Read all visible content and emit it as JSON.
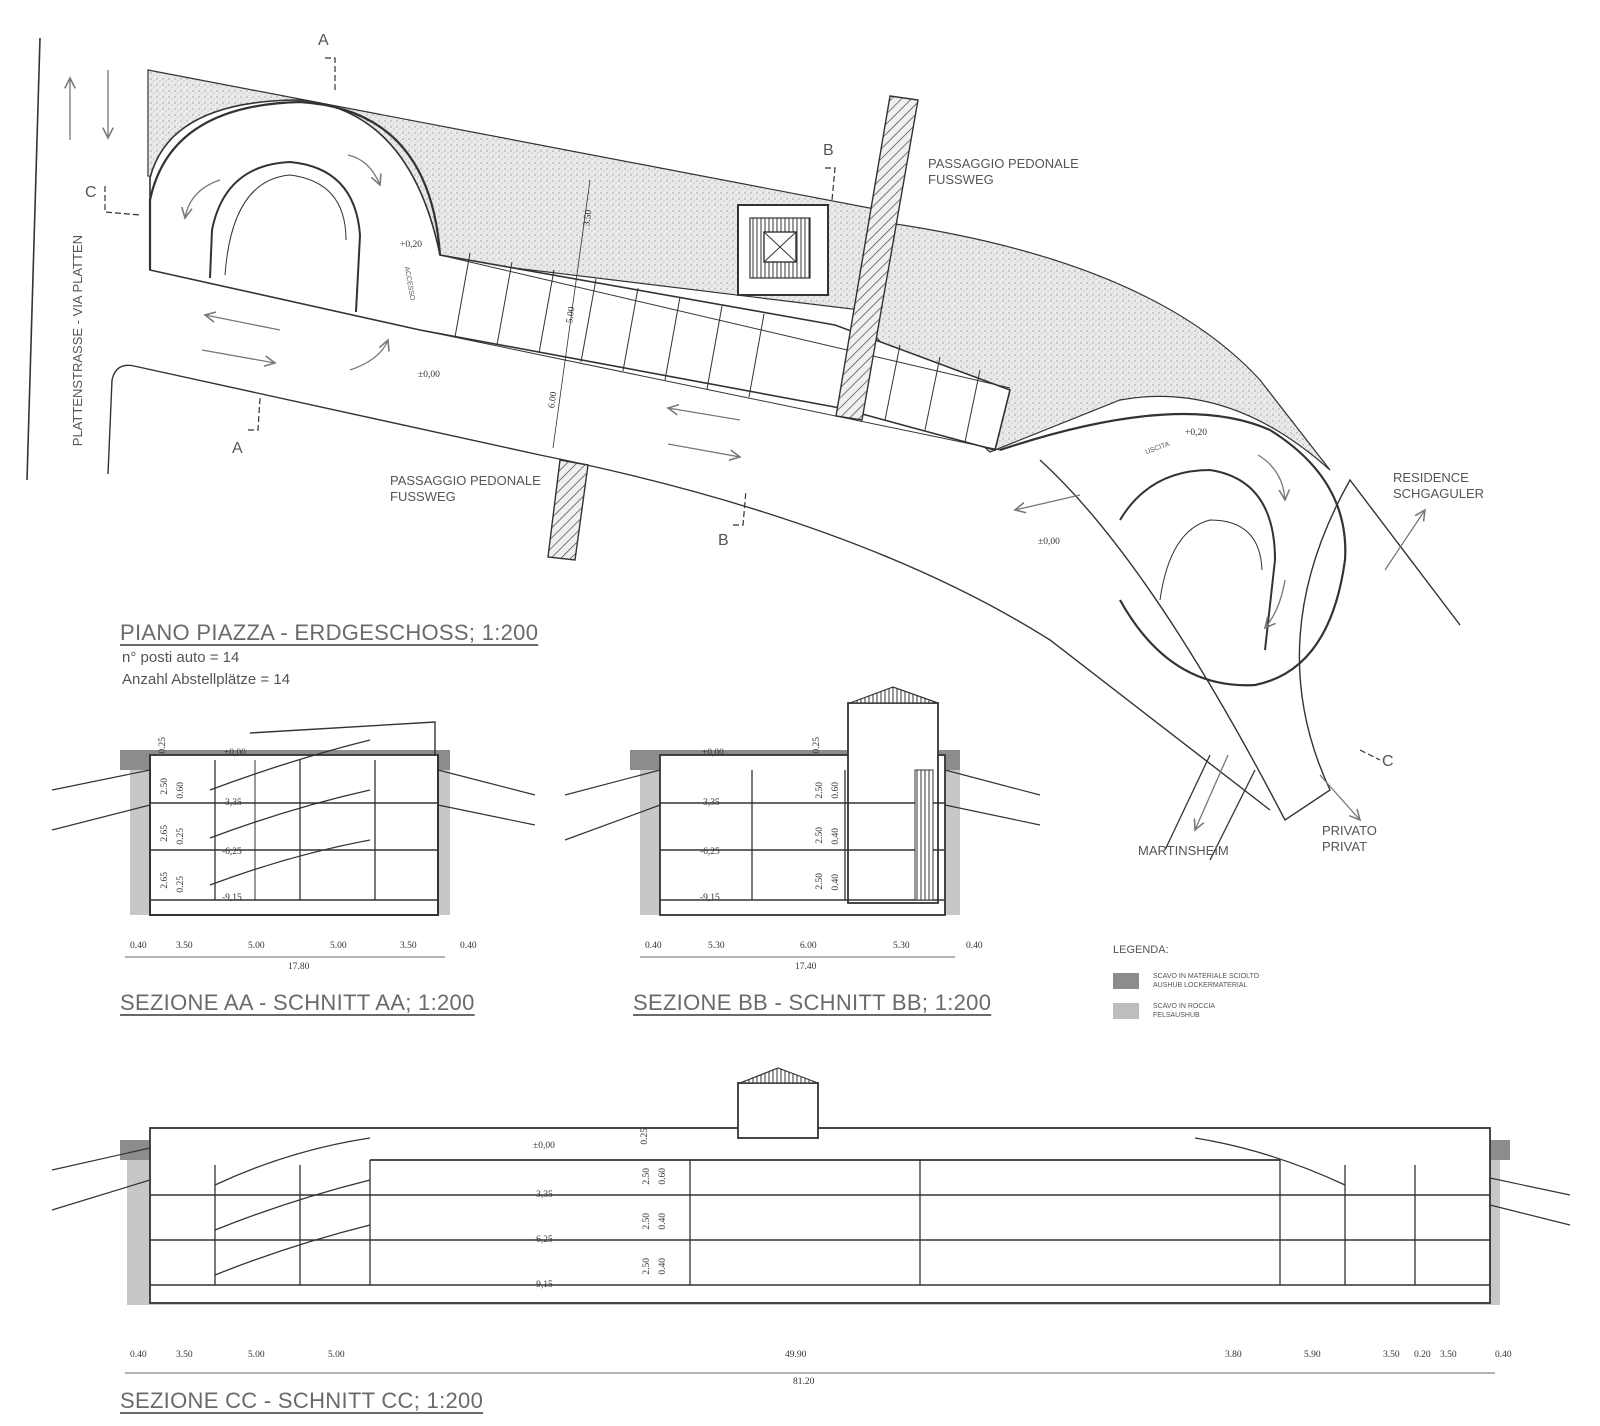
{
  "plan": {
    "title": "PIANO PIAZZA - ERDGESCHOSS; 1:200",
    "info_line1": "n° posti auto = 14",
    "info_line2": "Anzahl Abstellplätze = 14",
    "street": "PLATTENSTRASSE   -   VIA PLATTEN",
    "pedestrian_top": [
      "PASSAGGIO PEDONALE",
      "FUSSWEG"
    ],
    "pedestrian_bottom": [
      "PASSAGGIO PEDONALE",
      "FUSSWEG"
    ],
    "residence": [
      "RESIDENCE",
      "SCHGAGULER"
    ],
    "martinsheim": "MARTINSHEIM",
    "private": [
      "PRIVATO",
      "PRIVAT"
    ],
    "section_marks": {
      "a": "A",
      "b": "B",
      "c": "C"
    },
    "levels": {
      "ramp_in": "+0,20",
      "ramp_out": "+0,20",
      "road": "±0,00",
      "road2": "±0,00"
    },
    "ramp_words": {
      "in": "ACCESSO",
      "out": "USCITA"
    },
    "dims": {
      "d500": "5.00",
      "d600": "6.00",
      "d350": "3.50"
    }
  },
  "section_aa": {
    "title": "SEZIONE AA - SCHNITT AA; 1:200",
    "levels": [
      "±0,00",
      "-3,35",
      "-6,25",
      "-9,15"
    ],
    "heights": [
      "0.25",
      "2.50",
      "0.60",
      "2.65",
      "0.25",
      "2.65",
      "0.25"
    ],
    "bottom_dims": [
      "0.40",
      "3.50",
      "5.00",
      "5.00",
      "3.50",
      "0.40"
    ],
    "total": "17.80"
  },
  "section_bb": {
    "title": "SEZIONE BB - SCHNITT BB; 1:200",
    "levels": [
      "±0,00",
      "-3,35",
      "-6,25",
      "-9,15"
    ],
    "heights": [
      "0.25",
      "2.50",
      "0.60",
      "2.50",
      "0.40",
      "2.50",
      "0.40"
    ],
    "bottom_dims": [
      "0.40",
      "5.30",
      "6.00",
      "5.30",
      "0.40"
    ],
    "total": "17.40"
  },
  "section_cc": {
    "title": "SEZIONE CC - SCHNITT CC; 1:200",
    "levels": [
      "±0,00",
      "-3,35",
      "-6,25",
      "-9,15"
    ],
    "heights": [
      "0.25",
      "2.50",
      "0.60",
      "2.50",
      "0.40",
      "2.50",
      "0.40"
    ],
    "bottom_dims": [
      "0.40",
      "3.50",
      "5.00",
      "5.00",
      "49.90",
      "3.80",
      "5.90",
      "3.50",
      "0.20",
      "3.50",
      "0.40"
    ],
    "total": "81.20"
  },
  "legend": {
    "title": "LEGENDA:",
    "items": [
      {
        "line1": "SCAVO IN MATERIALE SCIOLTO",
        "line2": "AUSHUB LOCKERMATERIAL",
        "color": "#8c8c8c"
      },
      {
        "line1": "SCAVO IN ROCCIA",
        "line2": "FELSAUSHUB",
        "color": "#bdbdbd"
      }
    ]
  }
}
